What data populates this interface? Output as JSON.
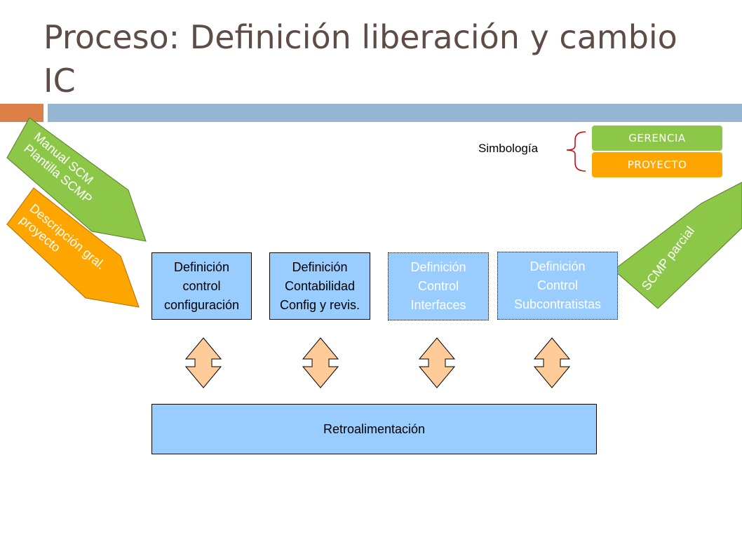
{
  "title": "Proceso: Definición liberación y cambio IC",
  "inputs": [
    {
      "text": "Manual SCM\nPlantilla SCMP",
      "color": "#8dc748"
    },
    {
      "text": "Descripción gral.\nproyecto",
      "color": "#ffa500"
    }
  ],
  "output": {
    "text": "SCMP parcial",
    "color": "#8dc748"
  },
  "legend": {
    "label": "Simbología",
    "items": [
      {
        "text": "GERENCIA",
        "color": "#8dc748"
      },
      {
        "text": "PROYECTO",
        "color": "#ffa500"
      }
    ]
  },
  "processes": [
    {
      "text": "Definición\ncontrol\nconfiguración"
    },
    {
      "text": "Definición\nContabilidad\nConfig y revis."
    },
    {
      "text": "Definición\nControl\nInterfaces"
    },
    {
      "text": "Definición\nControl\nSubcontratistas"
    }
  ],
  "feedback": {
    "text": "Retroalimentación"
  },
  "colors": {
    "process_fill": "#99ccff",
    "double_arrow_fill": "#ffcc99",
    "title": "#5e4c46",
    "accent_orange": "#dd8047",
    "accent_blue": "#94b6d2"
  }
}
